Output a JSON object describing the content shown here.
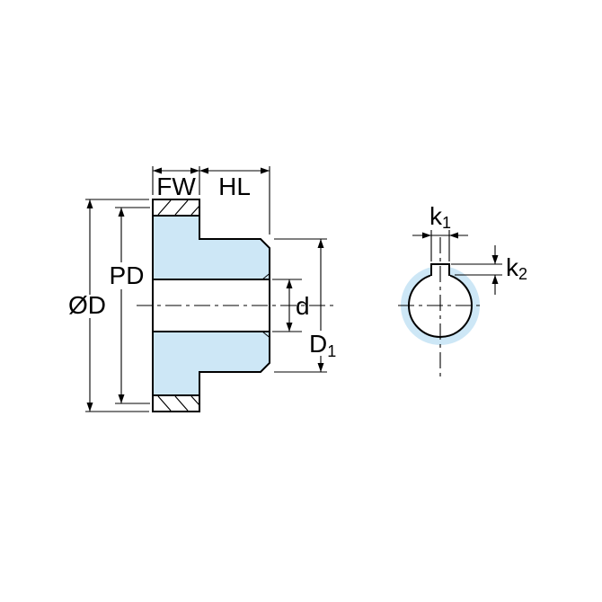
{
  "colors": {
    "part_fill": "#cde7f6",
    "line": "#000000",
    "background": "#ffffff"
  },
  "section_view": {
    "labels": {
      "face_width": "FW",
      "hub_length": "HL",
      "pitch_diameter": "PD",
      "outside_diameter": "ØD",
      "bore_diameter": "d",
      "hub_diameter_main": "D",
      "hub_diameter_sub": "1"
    }
  },
  "front_view": {
    "labels": {
      "keyway_width_main": "k",
      "keyway_width_sub": "1",
      "keyway_depth_main": "k",
      "keyway_depth_sub": "2"
    }
  }
}
